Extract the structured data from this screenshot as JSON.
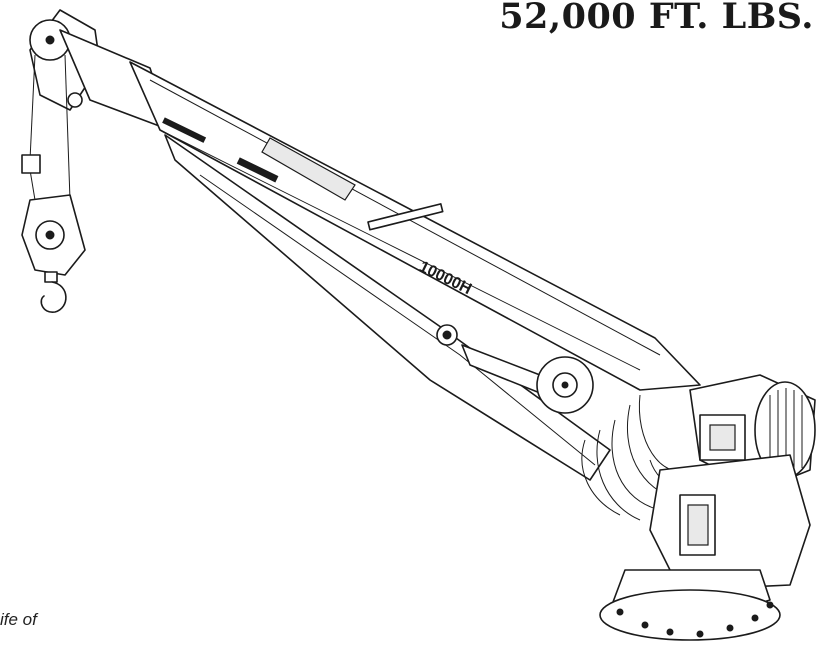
{
  "headline": "52,000 FT. LBS.",
  "caption": "ife of",
  "figure": {
    "model_label": "10000H",
    "icon": "hydraulic-crane-illustration"
  }
}
